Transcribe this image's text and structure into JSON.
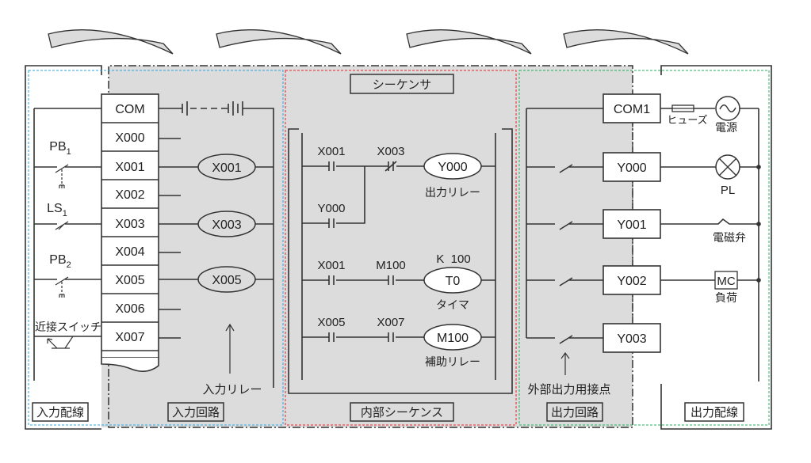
{
  "sections": {
    "input_wiring": "入力配線",
    "input_circuit": "入力回路",
    "internal_sequence": "内部シーケンス",
    "output_circuit": "出力回路",
    "output_wiring": "出力配線",
    "sequencer": "シーケンサ"
  },
  "input_terminals": [
    "COM",
    "X000",
    "X001",
    "X002",
    "X003",
    "X004",
    "X005",
    "X006",
    "X007"
  ],
  "input_devices": {
    "pb1": "PB",
    "pb1_sub": "1",
    "ls1": "LS",
    "ls1_sub": "1",
    "pb2": "PB",
    "pb2_sub": "2",
    "proximity": "近接スイッチ"
  },
  "input_relays": [
    "X001",
    "X003",
    "X005"
  ],
  "input_relay_label": "入力リレー",
  "ladder": {
    "rung1": {
      "contact1": "X001",
      "contact2": "X003",
      "branch": "Y000",
      "coil": "Y000",
      "coil_label": "出力リレー"
    },
    "rung2": {
      "contact1": "X001",
      "contact2": "M100",
      "coil": "T0",
      "setting": "K  100",
      "coil_label": "タイマ"
    },
    "rung3": {
      "contact1": "X005",
      "contact2": "X007",
      "coil": "M100",
      "coil_label": "補助リレー"
    }
  },
  "output_terminals": [
    "COM1",
    "Y000",
    "Y001",
    "Y002",
    "Y003"
  ],
  "output_contact_label": "外部出力用接点",
  "output_devices": {
    "fuse": "ヒューズ",
    "power": "電源",
    "lamp": "PL",
    "solenoid": "電磁弁",
    "mc": "MC",
    "load": "負荷"
  },
  "colors": {
    "panel_gray": "#dcdcdc",
    "input_border": "#29a8e0",
    "internal_border": "#e8242a",
    "output_border": "#22b060",
    "line": "#333333"
  }
}
